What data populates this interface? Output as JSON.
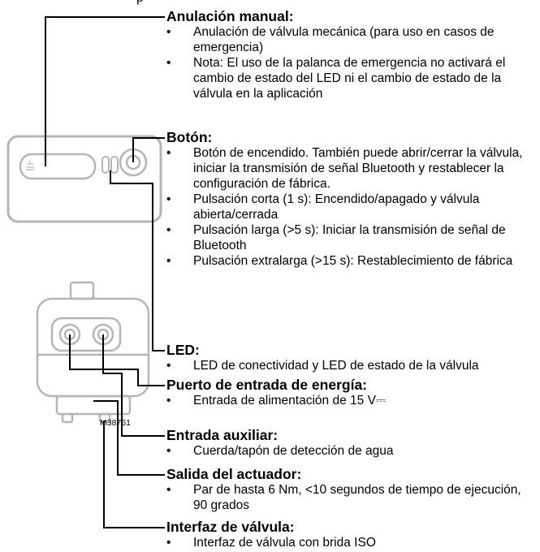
{
  "top_fragment": "p",
  "part_number": "M38761",
  "sections": [
    {
      "title": "Anulación manual:",
      "items": [
        "Anulación de válvula mecánica (para uso en casos de emergencia)",
        "Nota: El uso de la palanca de emergencia no activará el cambio de estado del LED ni el cambio de estado de la válvula en la aplicación"
      ]
    },
    {
      "title": "Botón:",
      "items": [
        "Botón de encendido. También puede abrir/cerrar la válvula, iniciar la transmisión de señal Bluetooth y restablecer la configuración de fábrica.",
        "Pulsación corta (1 s): Encendido/apagado y válvula abierta/cerrada",
        "Pulsación larga (>5 s): Iniciar la transmisión de señal de Bluetooth",
        "Pulsación extralarga (>15 s): Restablecimiento de fábrica"
      ]
    },
    {
      "title": "LED:",
      "items": [
        "LED de conectividad y LED de estado de la válvula"
      ]
    },
    {
      "title": "Puerto de entrada de energía:",
      "items": [
        "Entrada de alimentación de 15 V⎓"
      ]
    },
    {
      "title": "Entrada auxiliar:",
      "items": [
        "Cuerda/tapón de detección de agua"
      ]
    },
    {
      "title": "Salida del actuador:",
      "items": [
        "Par de hasta 6 Nm, <10 segundos de tiempo de ejecución, 90 grados"
      ]
    },
    {
      "title": "Interfaz de válvula:",
      "items": [
        "Interfaz de válvula con brida ISO"
      ]
    }
  ]
}
